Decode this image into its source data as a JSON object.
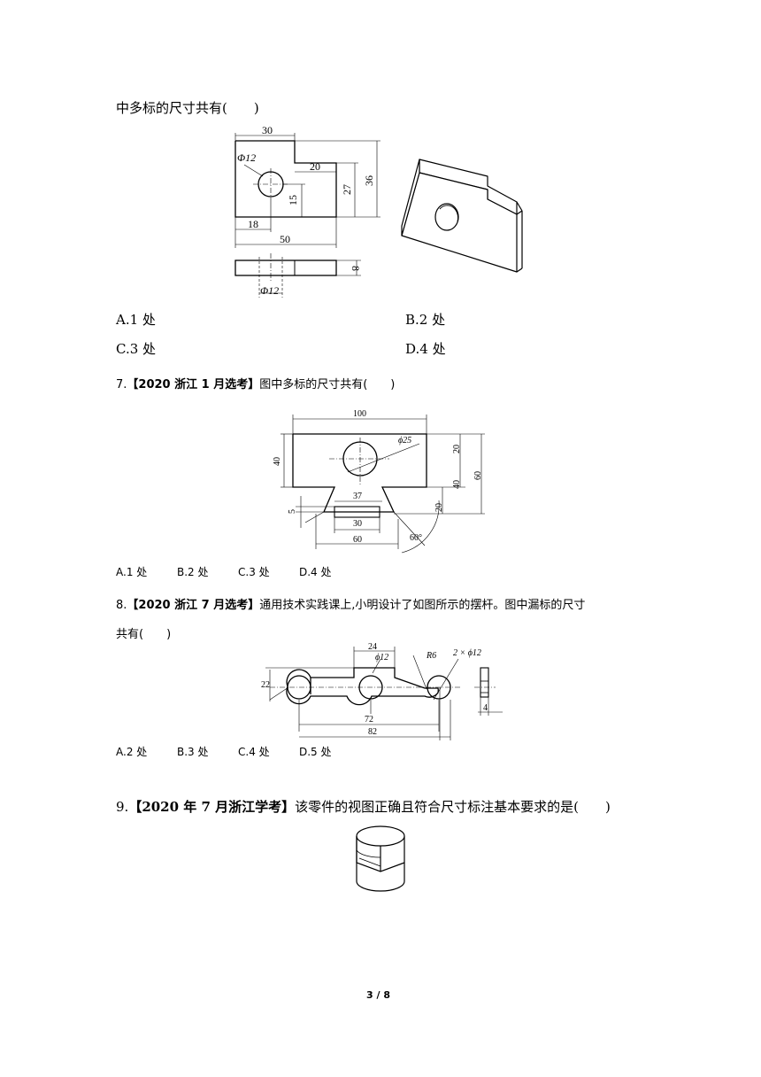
{
  "q6": {
    "stem": "中多标的尺寸共有(　　)",
    "options": [
      "A.1 处",
      "B.2 处",
      "C.3 处",
      "D.4 处"
    ],
    "dims": {
      "d30": "30",
      "phi12_top": "Φ12",
      "d20": "20",
      "d15": "15",
      "d27": "27",
      "d36": "36",
      "d18": "18",
      "d50": "50",
      "d8": "8",
      "phi12_bot": "Φ12"
    }
  },
  "q7": {
    "number": "7.",
    "source": "【2020 浙江 1 月选考】",
    "stem": "图中多标的尺寸共有(　　)",
    "options": [
      "A.1 处",
      "B.2 处",
      "C.3 处",
      "D.4 处"
    ],
    "dims": {
      "d100": "100",
      "phi25": "ϕ25",
      "d40_left": "40",
      "d20_top": "20",
      "d40_right": "40",
      "d60_right": "60",
      "d37": "37",
      "d5": "5",
      "d20_bot": "20",
      "d30": "30",
      "d60": "60",
      "ang60": "60°"
    }
  },
  "q8": {
    "number": "8.",
    "source": "【2020 浙江 7 月选考】",
    "stem_line1": "通用技术实践课上,小明设计了如图所示的摆杆。图中漏标的尺寸",
    "stem_line2": "共有(　　)",
    "options": [
      "A.2 处",
      "B.3 处",
      "C.4 处",
      "D.5 处"
    ],
    "dims": {
      "d24": "24",
      "phi12": "ϕ12",
      "r6": "R6",
      "two_phi12": "2 × ϕ12",
      "d22": "22",
      "d72": "72",
      "d82": "82",
      "d4": "4"
    }
  },
  "q9": {
    "number": "9.",
    "source": "【2020 年 7 月浙江学考】",
    "stem": "该零件的视图正确且符合尺寸标注基本要求的是(　　)"
  },
  "footer": {
    "page": "3 / 8"
  }
}
